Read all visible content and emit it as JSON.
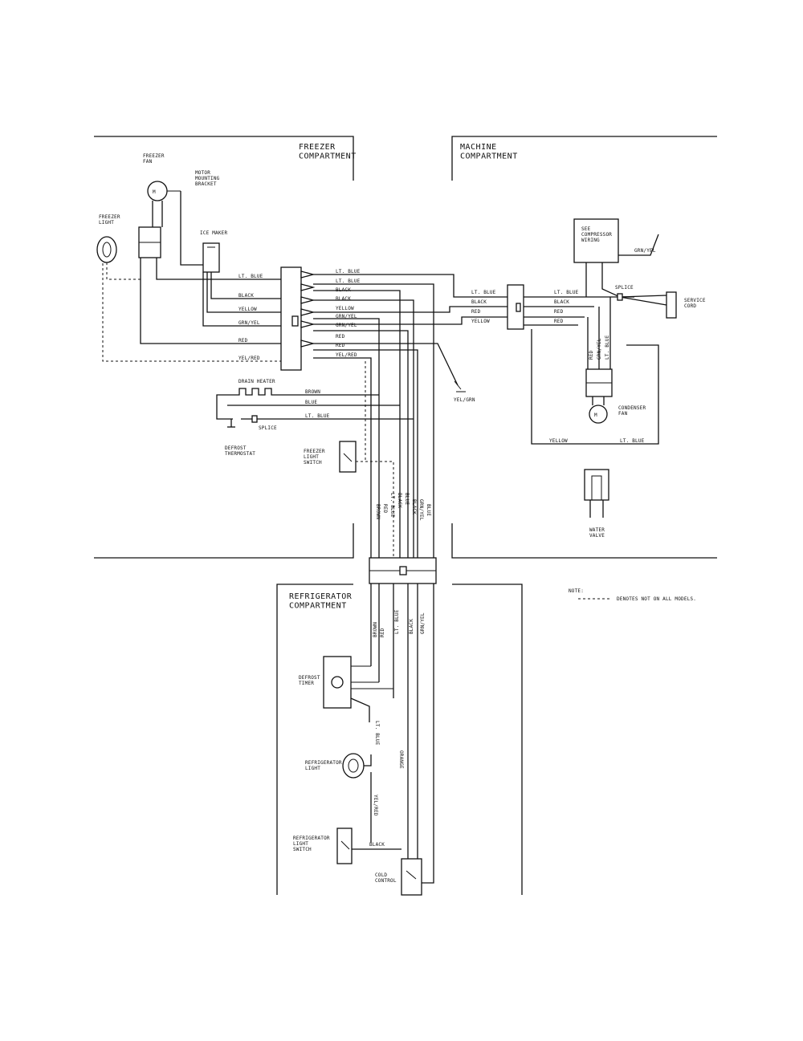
{
  "compartments": {
    "freezer": "FREEZER\nCOMPARTMENT",
    "machine": "MACHINE\nCOMPARTMENT",
    "refrigerator": "REFRIGERATOR\nCOMPARTMENT"
  },
  "components": {
    "freezer_fan": "FREEZER\nFAN",
    "motor_bracket": "MOTOR\nMOUNTING\nBRACKET",
    "freezer_light": "FREEZER\nLIGHT",
    "ice_maker": "ICE MAKER",
    "compressor": "SEE\nCOMPRESSOR\nWIRING",
    "splice_machine": "SPLICE",
    "service_cord": "SERVICE\nCORD",
    "condenser_fan": "CONDENSER\nFAN",
    "water_valve": "WATER\nVALVE",
    "drain_heater": "DRAIN HEATER",
    "splice_defrost": "SPLICE",
    "defrost_thermostat": "DEFROST\nTHERMOSTAT",
    "freezer_light_switch": "FREEZER\nLIGHT\nSWITCH",
    "defrost_timer": "DEFROST\nTIMER",
    "refrigerator_light": "REFRIGERATOR\nLIGHT",
    "refrigerator_light_switch": "REFRIGERATOR\nLIGHT\nSWITCH",
    "cold_control": "COLD\nCONTROL",
    "yel_grn": "YEL/GRN"
  },
  "wires": {
    "freezer_left": [
      "LT. BLUE",
      "BLACK",
      "YELLOW",
      "GRN/YEL",
      "RED",
      "YEL/RED"
    ],
    "freezer_right": [
      "LT. BLUE",
      "LT. BLUE",
      "BLACK",
      "BLACK",
      "YELLOW",
      "GRN/YEL",
      "GRN/YEL",
      "RED",
      "RED",
      "YEL/RED"
    ],
    "machine_left": [
      "LT. BLUE",
      "BLACK",
      "RED",
      "YELLOW"
    ],
    "machine_right": [
      "LT. BLUE",
      "BLACK",
      "RED",
      "RED"
    ],
    "machine_vertical": [
      "RED",
      "GRN/YEL",
      "LT. BLUE"
    ],
    "machine_bottom": [
      "YELLOW",
      "LT. BLUE"
    ],
    "grn_yel_top": "GRN/YEL",
    "heater": [
      "BROWN",
      "BLUE",
      "LT. BLUE"
    ],
    "bundle_upper": [
      "BROWN",
      "RED",
      "LT. BLUE",
      "BLACK",
      "BLUE",
      "BLACK",
      "GRN/YEL",
      "BLUE"
    ],
    "bundle_lower": [
      "BROWN",
      "RED",
      "LT. BLUE",
      "BLACK",
      "GRN/YEL"
    ],
    "timer_lt_blue": "LT. BLUE",
    "orange": "ORANGE",
    "yel_red_lower": "YEL/RED",
    "black_lower": "BLACK"
  },
  "note": {
    "label": "NOTE:",
    "text": "DENOTES NOT ON ALL MODELS."
  }
}
